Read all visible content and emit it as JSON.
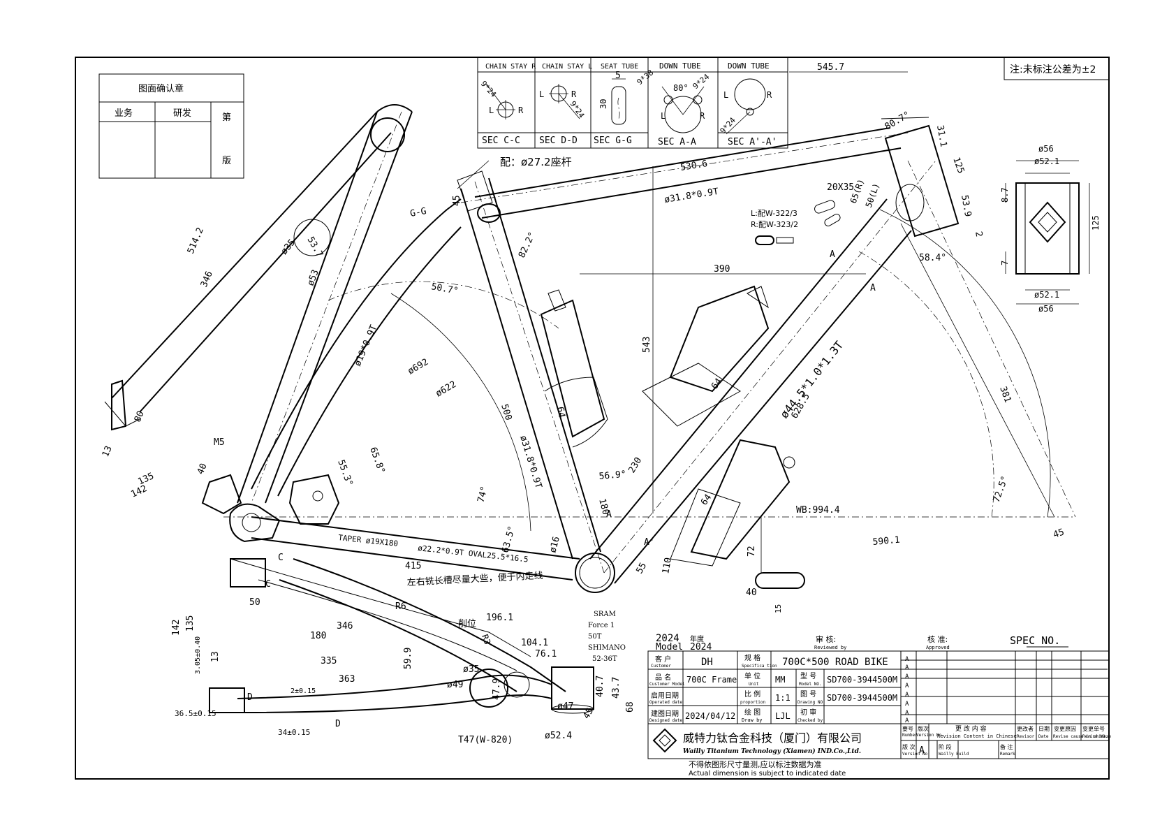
{
  "note_box": {
    "text": "注:未标注公差为±2"
  },
  "confirm_box": {
    "title": "图面确认章",
    "col_business": "业务",
    "col_rd": "研发",
    "col_edition_a": "第",
    "col_edition_b": "版"
  },
  "sections": [
    {
      "header": "CHAIN STAY R",
      "label": "SEC C-C",
      "dim1": "9*24",
      "l": "L",
      "r": "R"
    },
    {
      "header": "CHAIN STAY L",
      "label": "SEC D-D",
      "dim1": "9*24",
      "l": "L",
      "r": "R"
    },
    {
      "header": "SEAT TUBE",
      "label": "SEC G-G",
      "dim1": "5",
      "dim2": "30"
    },
    {
      "header": "DOWN TUBE",
      "label": "SEC A-A",
      "dim1": "9*38",
      "dim2": "80°",
      "dim3": "9*24",
      "l": "L",
      "r": "R"
    },
    {
      "header": "DOWN TUBE",
      "label": "SEC A'-A'",
      "dim1": "9*24",
      "l": "L",
      "r": "R"
    }
  ],
  "dimensions": {
    "d545_7": "545.7",
    "d530_6": "530.6",
    "d390": "390",
    "d543": "543",
    "d514_2": "514.2",
    "d346": "346",
    "d35": "ø35",
    "d53_7": "53.7",
    "d53": "ø53",
    "d19": "ø19*0.9T",
    "d31_8_top": "ø31.8*0.9T",
    "d31_8_seat": "ø31.8*0.9T",
    "d44_5": "ø44.5*1.0*1.3T",
    "d692": "ø692",
    "d622": "ø622",
    "d500": "500",
    "d628_5": "628.5",
    "d381": "381",
    "d80_7": "80.7°",
    "d82_2": "82.2°",
    "d50_7": "50.7°",
    "d55_3": "55.3°",
    "d65_8": "65.8°",
    "d74": "74°",
    "d63_5": "63.5°",
    "d56_9": "56.9°",
    "d72_5": "72.5°",
    "d58_4": "58.4°",
    "d125": "125",
    "d53_9": "53.9",
    "d2": "2",
    "d31_1": "31.1",
    "d45_top": "45",
    "d20x35": "20X35",
    "d65r": "65(R)",
    "d50l": "50(L)",
    "w322": "L:配W-322/3",
    "w323": "R:配W-323/2",
    "seatpost": "配：ø27.2座杆",
    "gg": "G-G",
    "d64a": "64",
    "d64b": "64",
    "d64c": "64",
    "d230": "230",
    "d180": "180",
    "d55": "55",
    "d110": "110",
    "d72": "72",
    "d40b": "40",
    "d15": "15",
    "d16": "ø16",
    "wb": "WB:994.4",
    "d590_1": "590.1",
    "d45_r": "45",
    "taper": "TAPER ø19X180",
    "oval": "ø22.2*0.9T OVAL25.5*16.5",
    "d415": "415",
    "slot_note": "左右铣长槽尽量大些，便于内走线",
    "m5": "M5",
    "d80": "80",
    "d13": "13",
    "d40": "40",
    "d135": "135",
    "d142": "142",
    "d50": "50",
    "d346b": "346",
    "d180b": "180",
    "d335": "335",
    "d363": "363",
    "d142v": "142",
    "d135v": "135",
    "d13v": "13",
    "d3_05": "3.05±0.40",
    "d2_015": "2±0.15",
    "d36_5": "36.5±0.15",
    "d34": "34±0.15",
    "r6": "R6",
    "r3": "R3",
    "cut": "削位",
    "d196_1": "196.1",
    "d104_1": "104.1",
    "d76_1": "76.1",
    "d59_9": "59.9",
    "d35b": "ø35",
    "d49": "ø49",
    "d47_9": "47.9",
    "d40_7": "40.7",
    "d43_7": "43.7",
    "d68": "68",
    "d47": "ø47",
    "d45b": "45",
    "d52_4": "ø52.4",
    "t47": "T47(W-820)",
    "sram1": "SRAM",
    "sram2": "Force 1",
    "sram3": "50T",
    "sram4": "SHIMANO",
    "sram5": "52-36T",
    "hs56t": "ø56",
    "hs52t": "ø52.1",
    "hs52b": "ø52.1",
    "hs56b": "ø56",
    "hs8_7": "8.7",
    "hs125": "125",
    "hs7": "7",
    "c1": "C",
    "c2": "C",
    "dd1": "D",
    "dd2": "D",
    "a1": "A",
    "a2": "A",
    "a3": "A",
    "a4": "A'"
  },
  "title_block": {
    "year_num": "2024",
    "year_label": "年度",
    "model_label": "Model",
    "model_year": "2024",
    "review_cn": "审 核:",
    "review_en": "Reviewed by",
    "approve_cn": "核 准:",
    "approve_en": "Approved",
    "spec_no": "SPEC NO.",
    "customer_cn": "客 户",
    "customer_en": "Customer",
    "customer": "DH",
    "spec_cn": "规 格",
    "spec_en": "Specifica tion",
    "spec": "700C*500 ROAD BIKE",
    "name_cn": "品 名",
    "name_en": "Customer Model",
    "name": "700C Frame",
    "unit_cn": "单 位",
    "unit_en": "Unit",
    "unit": "MM",
    "model_cn": "型 号",
    "model_en": "Model NO.",
    "model": "SD700-3944500M",
    "date_cn": "启用日期",
    "date_en": "Operated date",
    "date": "",
    "ratio_cn": "比 例",
    "ratio_en": "proportion",
    "ratio": "1:1",
    "drawno_cn": "图 号",
    "drawno_en": "Drawing NO.",
    "drawno": "SD700-3944500M",
    "created_cn": "建图日期",
    "created_en": "Designed date",
    "created": "2024/04/12",
    "drawer_cn": "绘 图",
    "drawer_en": "Draw by",
    "drawer": "LJL",
    "check_cn": "初 审",
    "check_en": "Checked by",
    "company_cn": "威特力钛合金科技（厦门）有限公司",
    "company_en": "Wailly Titanium Technology (Xiamen) IND.Co.,Ltd.",
    "footer_cn": "不得依图形尺寸量测,应以标注数据为准",
    "footer_en": "Actual dimension is subject to indicated date",
    "rev_no": "要号",
    "rev_no_en": "Number",
    "rev_ver": "版次",
    "rev_ver_en": "Version No.",
    "rev_content": "更 改 内 容",
    "rev_content_en": "Revision Content in Chinese",
    "rev_by": "更改者",
    "rev_by_en": "Revisor",
    "rev_date": "日期",
    "rev_date_en": "Date",
    "rev_reason": "变更原因",
    "rev_reason_en": "Revise cause in chinese",
    "rev_form": "变更单号",
    "rev_form_en": "Revise NO.",
    "ver_cn": "版 次",
    "ver_en": "Version No.",
    "ver": "A",
    "build": "阶 段",
    "build_en": "Wailly Build",
    "remark_cn": "备 注",
    "remark_en": "Remark",
    "tri": "A"
  }
}
